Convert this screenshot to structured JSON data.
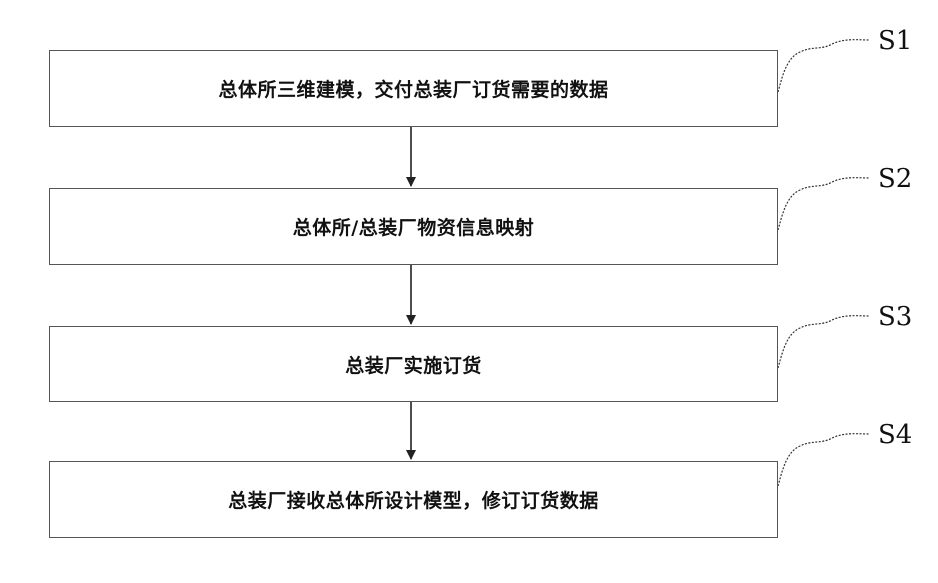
{
  "flowchart": {
    "steps": [
      {
        "label": "S1",
        "text": "总体所三维建模，交付总装厂订货需要的数据"
      },
      {
        "label": "S2",
        "text": "总体所/总装厂物资信息映射"
      },
      {
        "label": "S3",
        "text": "总装厂实施订货"
      },
      {
        "label": "S4",
        "text": "总装厂接收总体所设计模型，修订订货数据"
      }
    ]
  }
}
